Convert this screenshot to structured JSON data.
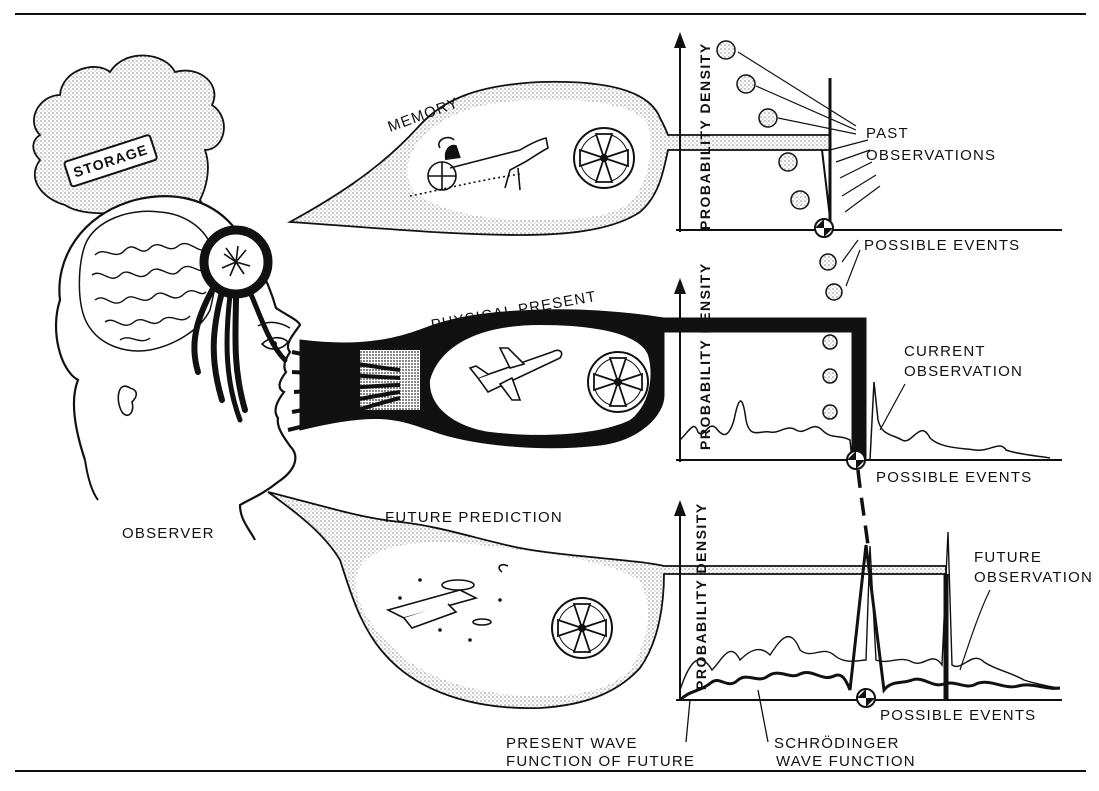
{
  "labels": {
    "storage": "STORAGE",
    "memory": "MEMORY",
    "physical_present": "PHYSICAL PRESENT",
    "future_prediction": "FUTURE PREDICTION",
    "observer": "OBSERVER",
    "past_observations_1": "PAST",
    "past_observations_2": "OBSERVATIONS",
    "current_observation_1": "CURRENT",
    "current_observation_2": "OBSERVATION",
    "future_observation_1": "FUTURE",
    "future_observation_2": "OBSERVATION",
    "present_wave_1": "PRESENT WAVE",
    "present_wave_2": "FUNCTION OF FUTURE",
    "schrodinger_1": "SCHRÖDINGER",
    "schrodinger_2": "WAVE FUNCTION"
  },
  "axes": {
    "top": {
      "ylabel": "PROBABILITY DENSITY",
      "xlabel": "POSSIBLE EVENTS"
    },
    "middle": {
      "ylabel": "PROBABILITY DENSITY",
      "xlabel": "POSSIBLE EVENTS"
    },
    "bottom": {
      "ylabel": "PROBABILITY DENSITY",
      "xlabel": "POSSIBLE EVENTS"
    }
  },
  "colors": {
    "ink": "#111111",
    "stipple": "#cfcfcf",
    "paper": "#ffffff"
  },
  "icons": [
    "brain",
    "storage-cloud",
    "eye-lens",
    "horse-cart",
    "airplane",
    "spaceship",
    "probability-spinner"
  ]
}
